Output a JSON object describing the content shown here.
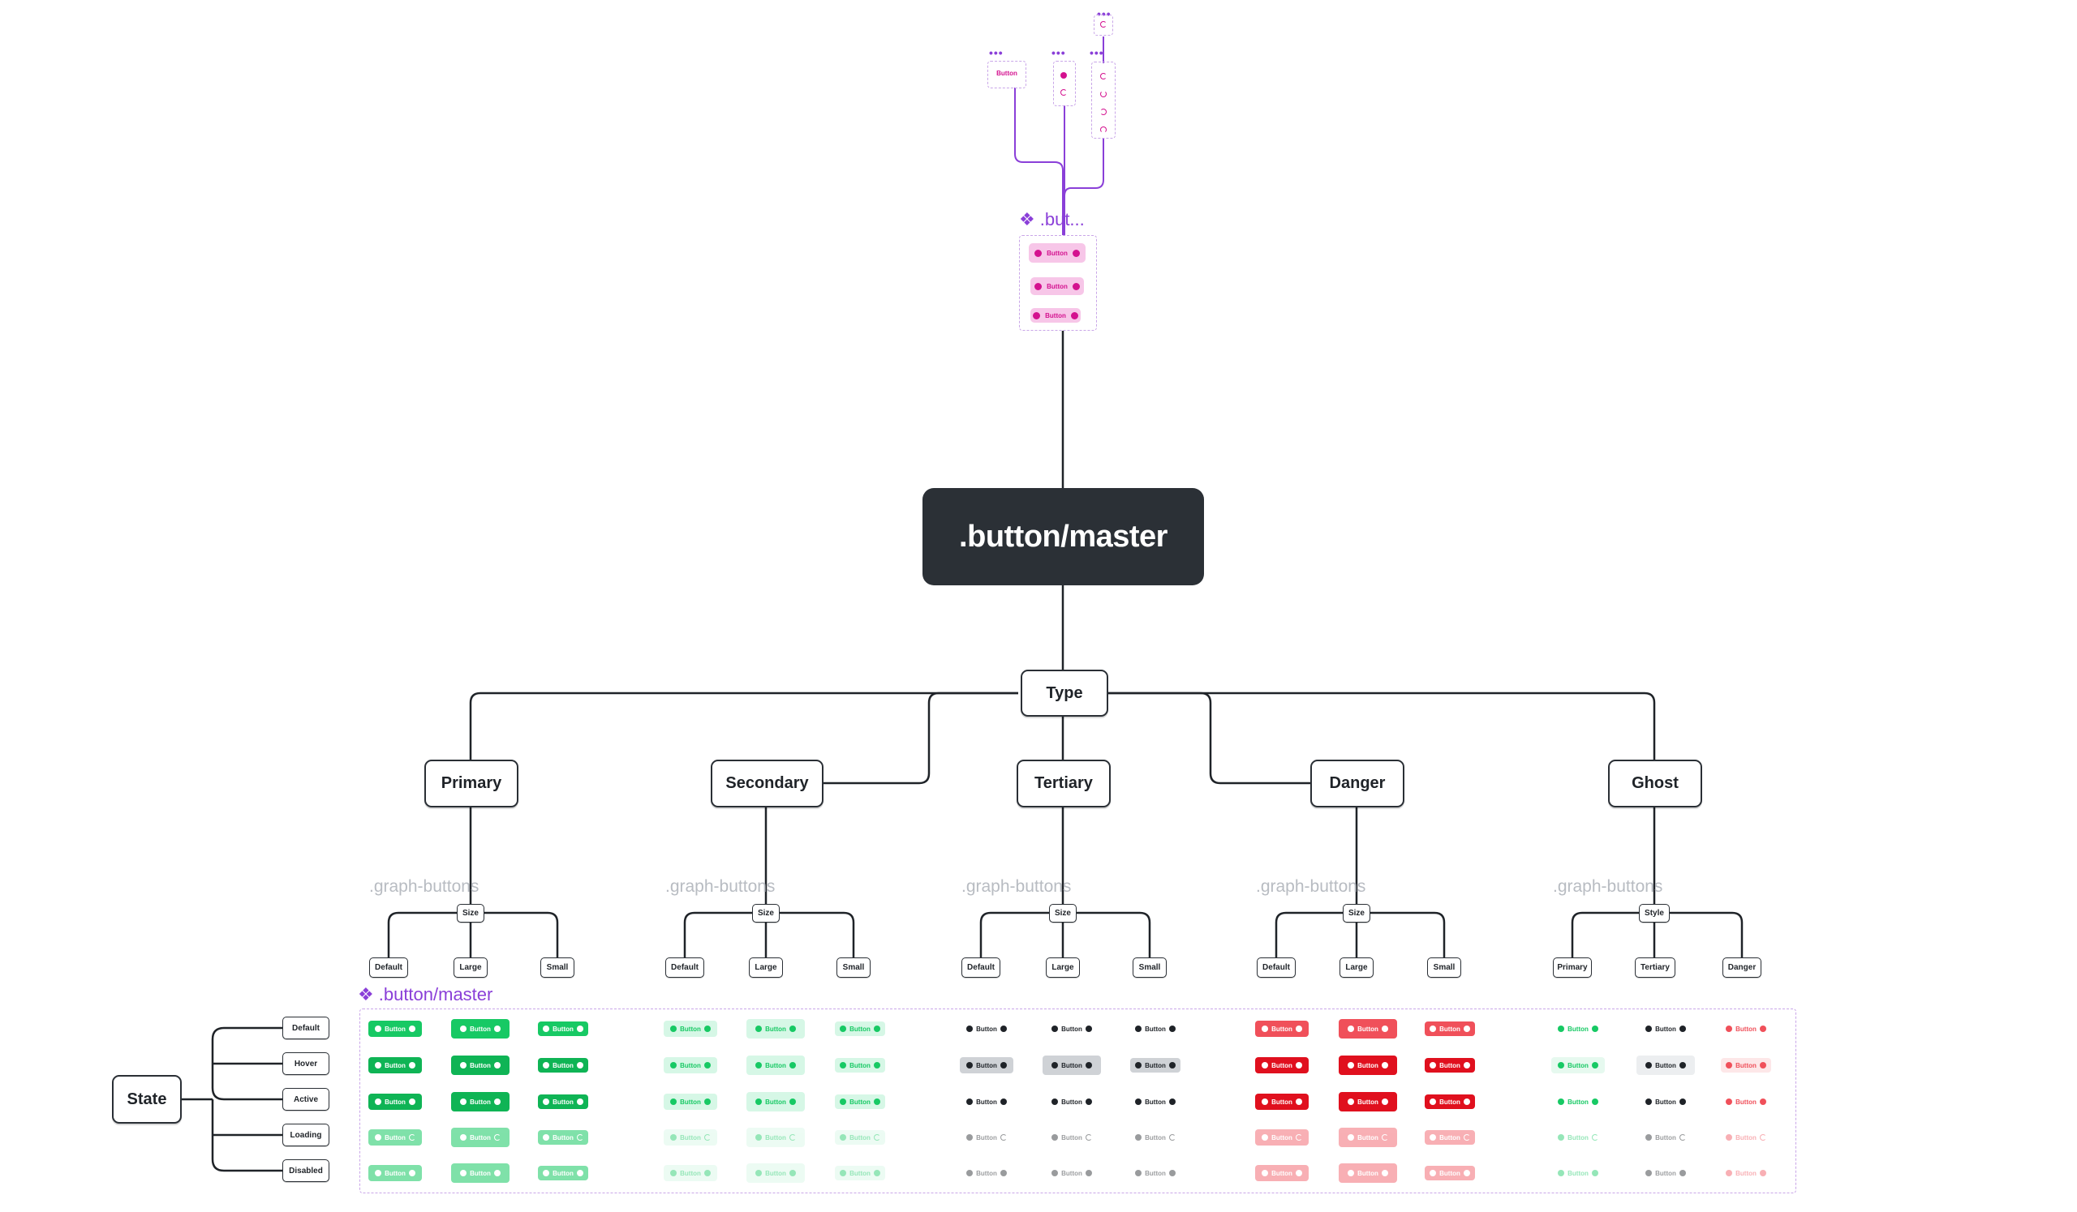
{
  "master_label": ".button/master",
  "top_component_label": ".but...",
  "bottom_component_label": ".button/master",
  "graph_label": ".graph-buttons",
  "type_node": "Type",
  "types": [
    "Primary",
    "Secondary",
    "Tertiary",
    "Danger",
    "Ghost"
  ],
  "groups": [
    {
      "branch": "Size",
      "leaves": [
        "Default",
        "Large",
        "Small"
      ]
    },
    {
      "branch": "Size",
      "leaves": [
        "Default",
        "Large",
        "Small"
      ]
    },
    {
      "branch": "Size",
      "leaves": [
        "Default",
        "Large",
        "Small"
      ]
    },
    {
      "branch": "Size",
      "leaves": [
        "Default",
        "Large",
        "Small"
      ]
    },
    {
      "branch": "Style",
      "leaves": [
        "Primary",
        "Tertiary",
        "Danger"
      ]
    }
  ],
  "state_node": "State",
  "states": [
    "Default",
    "Hover",
    "Active",
    "Loading",
    "Disabled"
  ],
  "button_text": "Button",
  "top_button_text": "Button",
  "colors": {
    "primary": "#17c964",
    "primary_hover": "#0fb455",
    "secondary_bg": "#d6f7e6",
    "secondary_fg": "#17c964",
    "tertiary_fg": "#1f2328",
    "tertiary_hover_bg": "#cfd2d6",
    "danger": "#f0505a",
    "danger_active": "#e0101e",
    "component_purple": "#8a3fd8",
    "magenta": "#d4118f"
  },
  "icons": [
    "component-diamond-icon",
    "ellipsis-icon",
    "button-dot-icon",
    "loading-spinner-icon"
  ]
}
